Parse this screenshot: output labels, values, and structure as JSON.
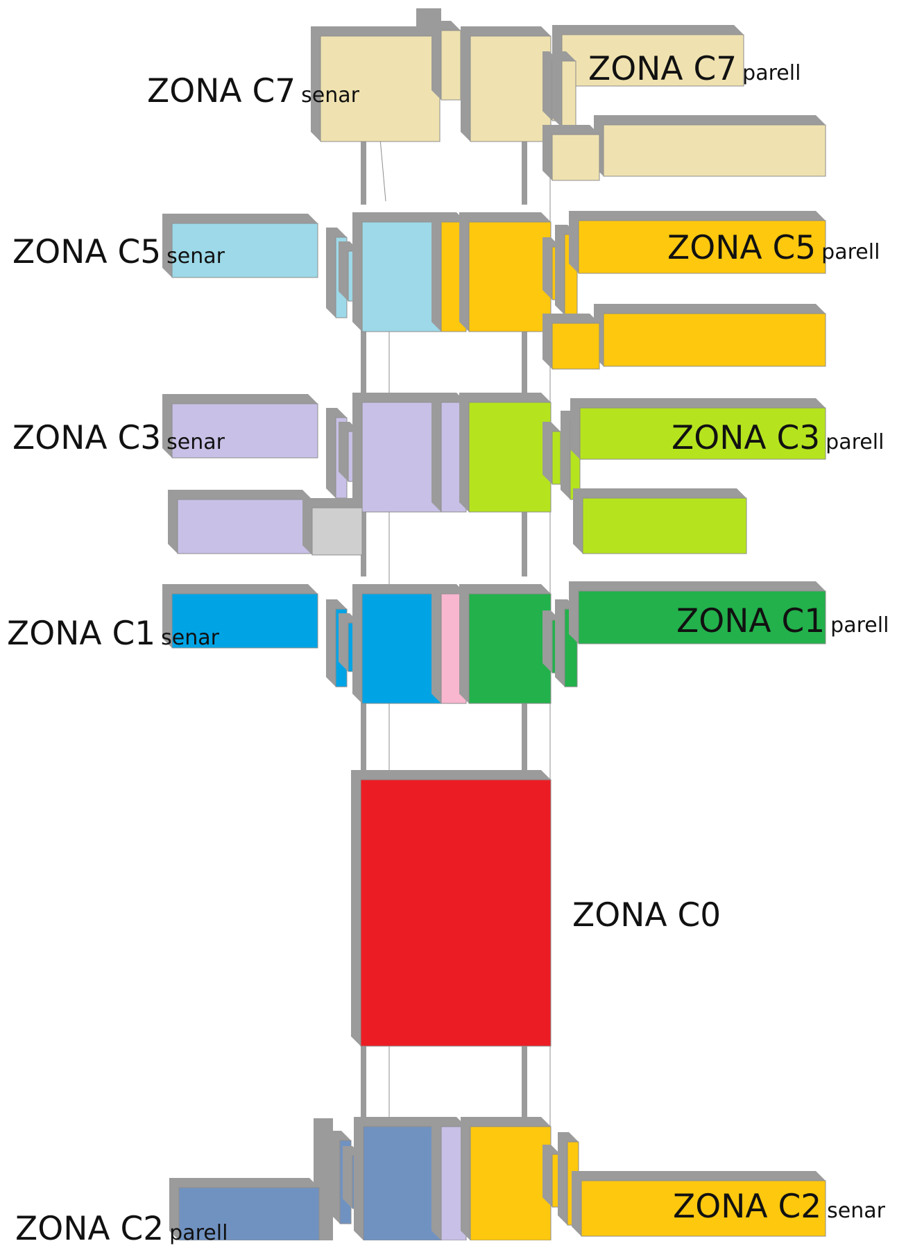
{
  "colors": {
    "shadow": "#9b9b9b",
    "background": "#ffffff",
    "c7": "#efe2b0",
    "c5_senar": "#9dd9e8",
    "c5_parell": "#fec80e",
    "c3_senar": "#c8c0e6",
    "c3_parell": "#b5e41e",
    "c3_extra": "#cfcfcf",
    "c1_senar": "#00a4e5",
    "c1_parell": "#23b14c",
    "c1_pink": "#f8b6cf",
    "c0": "#ec1c24",
    "c2_parell": "#7092c1",
    "c2_lav": "#c8c0e6",
    "c2_senar": "#fec80e"
  },
  "labels": {
    "c7_senar": {
      "main": "ZONA C7",
      "sub": "senar"
    },
    "c7_parell": {
      "main": "ZONA C7",
      "sub": "parell"
    },
    "c5_senar": {
      "main": "ZONA C5",
      "sub": "senar"
    },
    "c5_parell": {
      "main": "ZONA C5",
      "sub": "parell"
    },
    "c3_senar": {
      "main": "ZONA C3",
      "sub": "senar"
    },
    "c3_parell": {
      "main": "ZONA C3",
      "sub": "parell"
    },
    "c1_senar": {
      "main": "ZONA C1",
      "sub": "senar"
    },
    "c1_parell": {
      "main": "ZONA C1",
      "sub": "parell"
    },
    "c0": {
      "main": "ZONA C0"
    },
    "c2_parell": {
      "main": "ZONA C2",
      "sub": "parell"
    },
    "c2_senar": {
      "main": "ZONA C2",
      "sub": "senar"
    }
  }
}
